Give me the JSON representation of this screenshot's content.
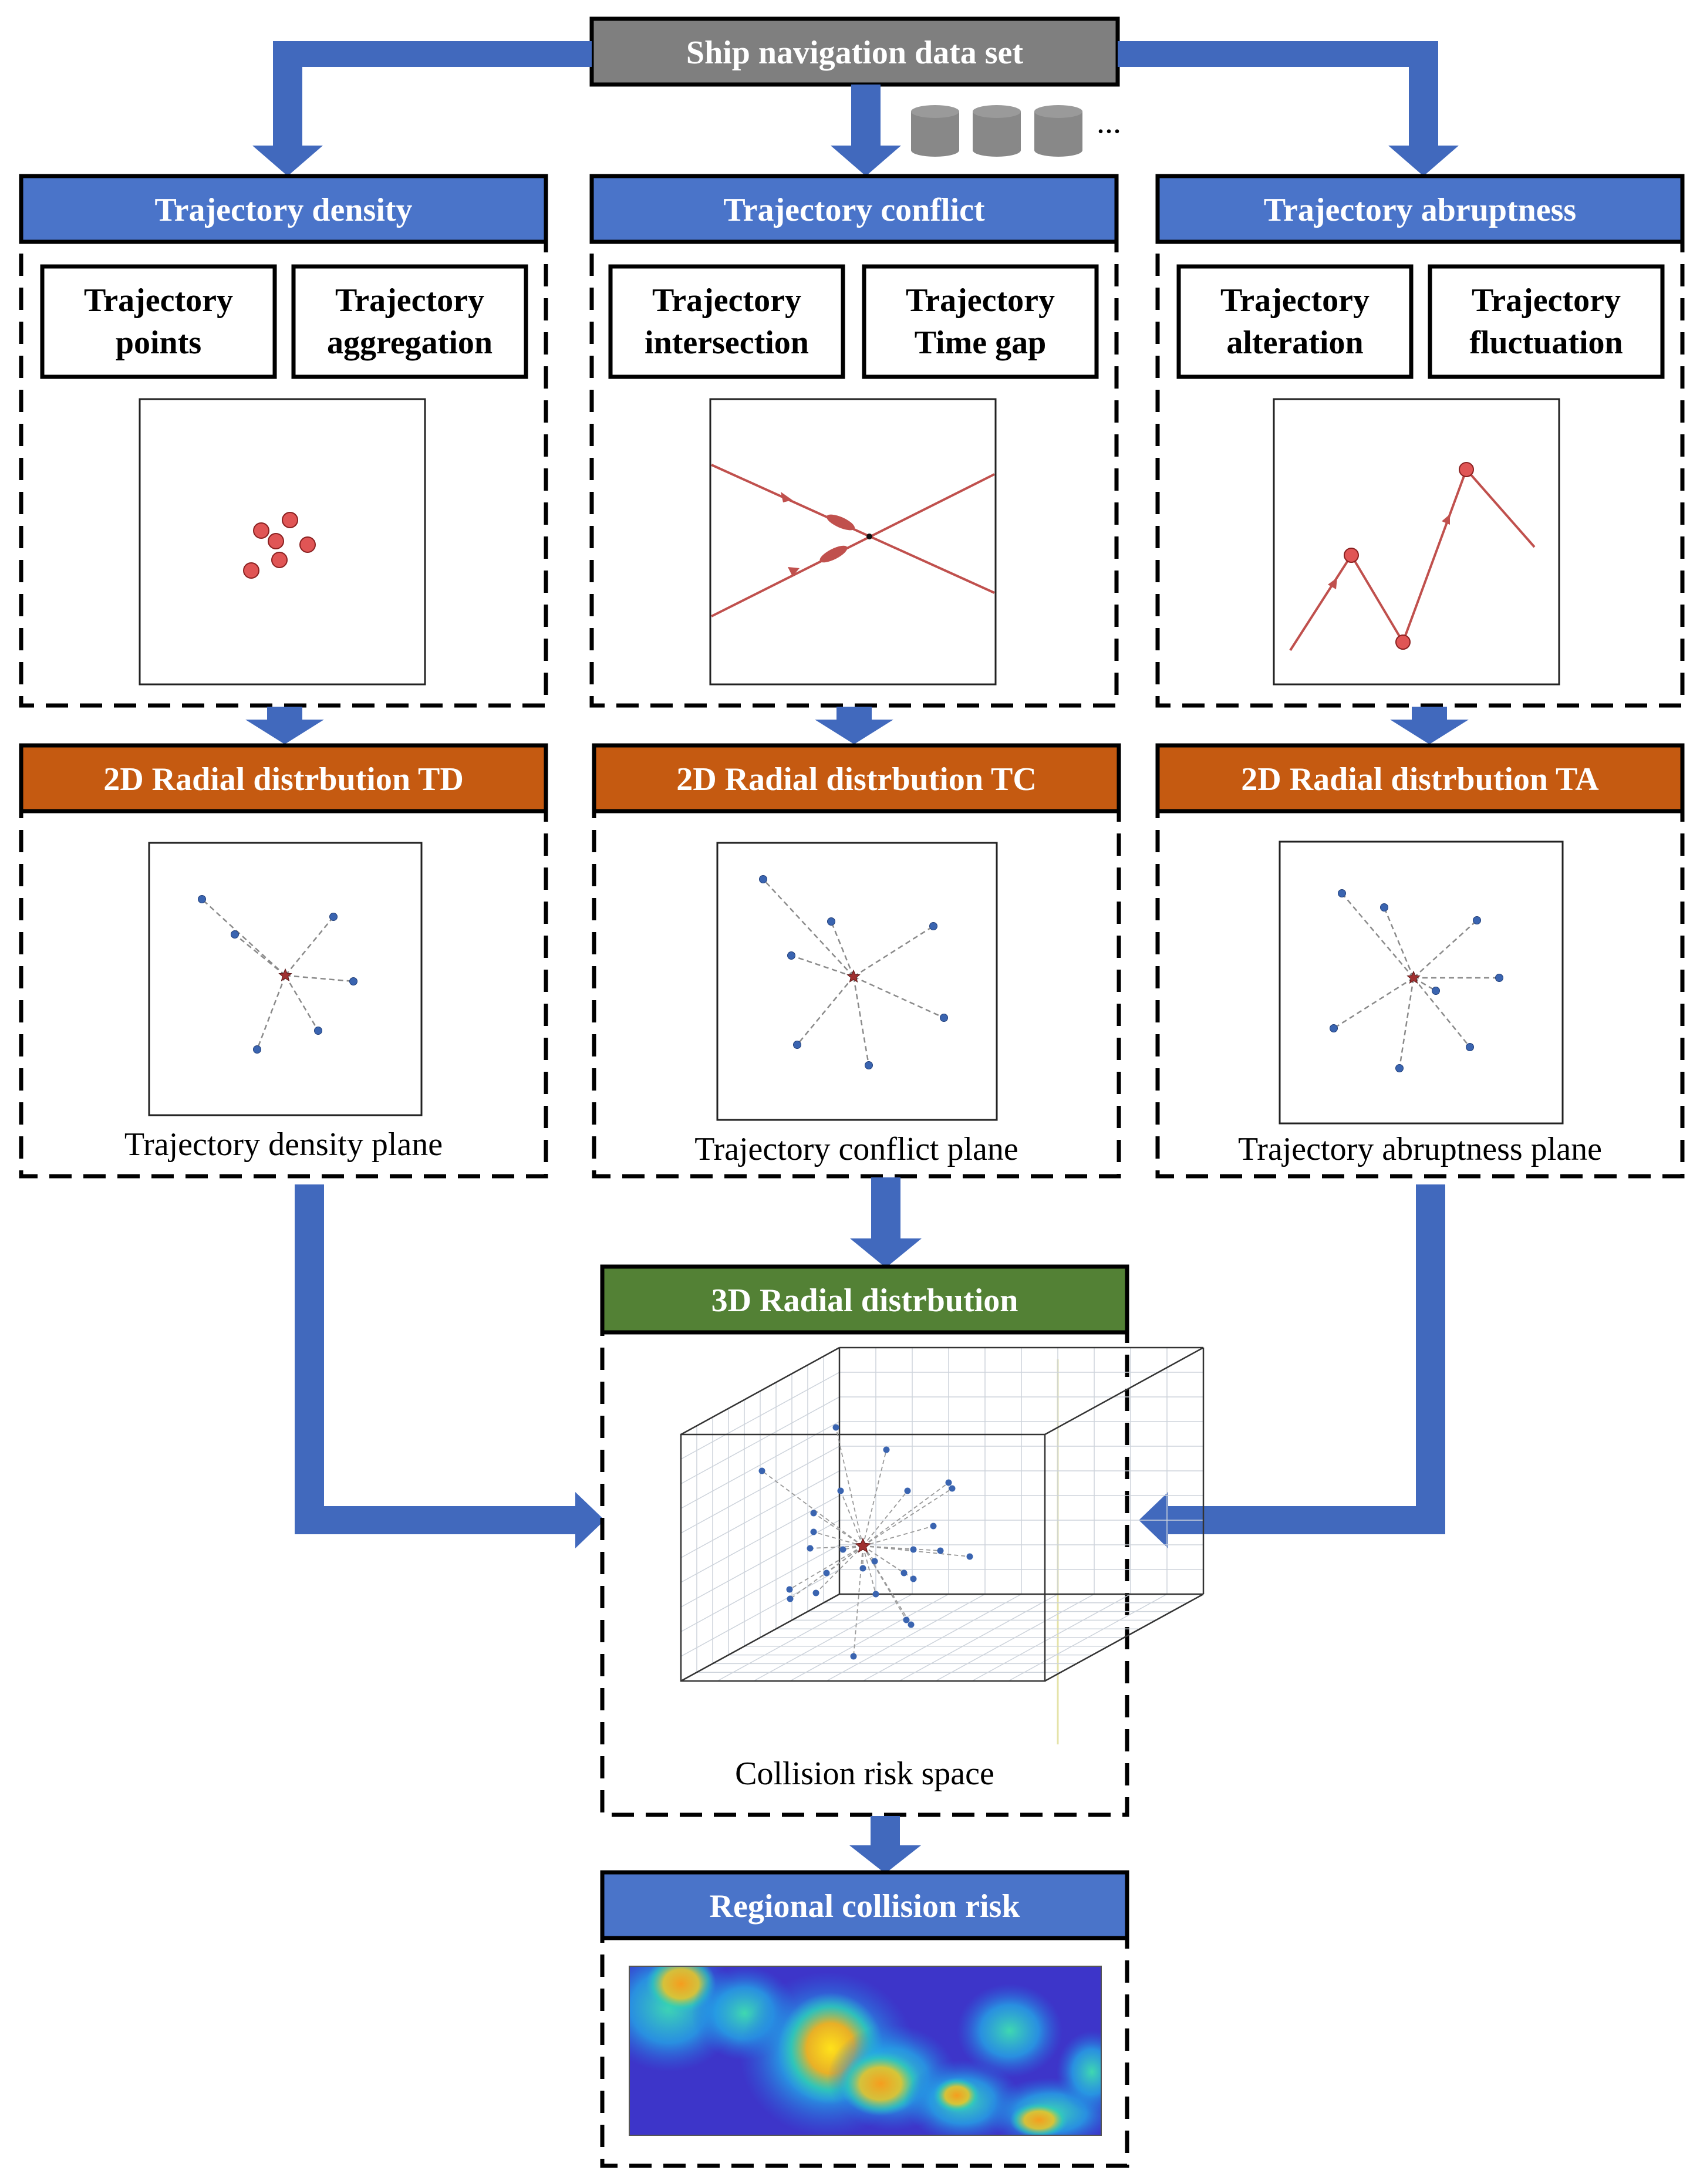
{
  "colors": {
    "arrow_blue": "#4169bd",
    "header_blue": "#4a74c9",
    "header_orange": "#c55a11",
    "header_green": "#538135",
    "header_gray": "#7f7f7f",
    "point_red": "#e05555",
    "point_blue": "#3a64b0",
    "line_red": "#c0504d"
  },
  "source": {
    "title": "Ship navigation data set",
    "database_icons": [
      "database-icon",
      "database-icon",
      "database-icon"
    ],
    "ellipsis": "..."
  },
  "columns": [
    {
      "header": "Trajectory density",
      "sub_left": [
        "Trajectory",
        "points"
      ],
      "sub_right": [
        "Trajectory",
        "aggregation"
      ],
      "radial_header": "2D Radial distrbution TD",
      "plane_caption": "Trajectory density plane"
    },
    {
      "header": "Trajectory conflict",
      "sub_left": [
        "Trajectory",
        "intersection"
      ],
      "sub_right": [
        "Trajectory",
        "Time gap"
      ],
      "radial_header": "2D Radial distrbution TC",
      "plane_caption": "Trajectory conflict plane"
    },
    {
      "header": "Trajectory abruptness",
      "sub_left": [
        "Trajectory",
        "alteration"
      ],
      "sub_right": [
        "Trajectory",
        "fluctuation"
      ],
      "radial_header": "2D Radial distrbution TA",
      "plane_caption": "Trajectory abruptness plane"
    }
  ],
  "space": {
    "header": "3D Radial distrbution",
    "caption": "Collision risk space"
  },
  "result": {
    "header": "Regional collision risk"
  }
}
